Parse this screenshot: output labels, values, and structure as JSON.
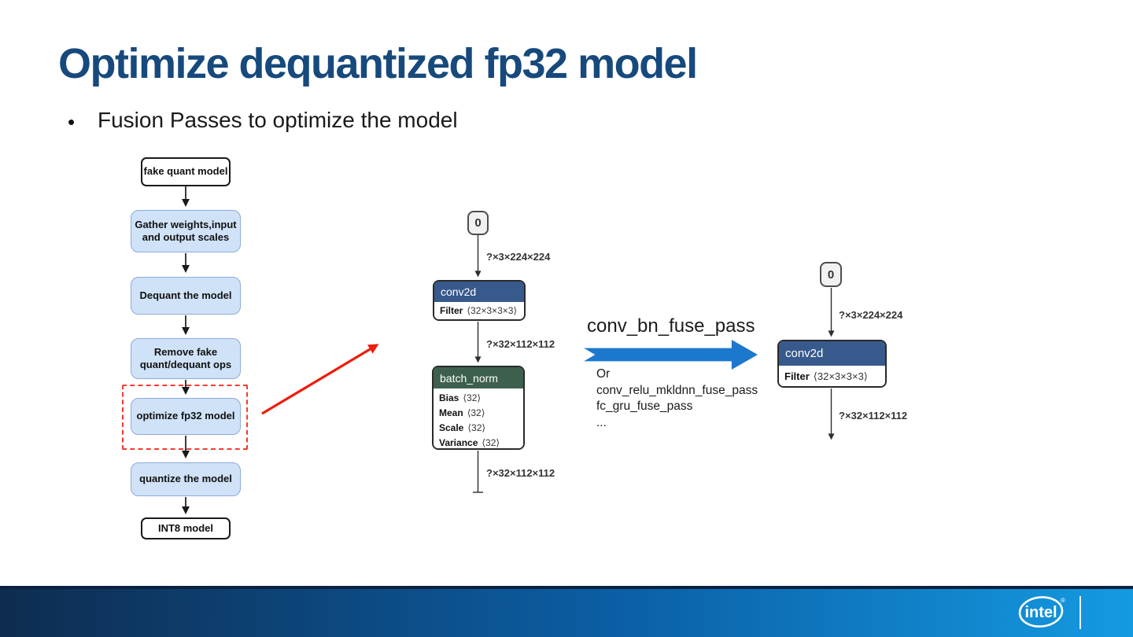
{
  "slide": {
    "title": "Optimize dequantized fp32 model",
    "bullet": "Fusion Passes to optimize the model"
  },
  "flowchart": {
    "nodes": [
      {
        "label": "fake quant model"
      },
      {
        "label": "Gather weights,input\nand output scales"
      },
      {
        "label": "Dequant the model"
      },
      {
        "label": "Remove fake\nquant/dequant ops"
      },
      {
        "label": "optimize fp32 model"
      },
      {
        "label": "quantize the model"
      },
      {
        "label": "INT8 model"
      }
    ]
  },
  "graph_before": {
    "input_label": "0",
    "edge_in_label": "?×3×224×224",
    "conv": {
      "title": "conv2d",
      "attr_name": "Filter",
      "attr_value": "⟨32×3×3×3⟩"
    },
    "edge_mid_label": "?×32×112×112",
    "batch_norm": {
      "title": "batch_norm",
      "attrs": [
        {
          "name": "Bias",
          "value": "⟨32⟩"
        },
        {
          "name": "Mean",
          "value": "⟨32⟩"
        },
        {
          "name": "Scale",
          "value": "⟨32⟩"
        },
        {
          "name": "Variance",
          "value": "⟨32⟩"
        }
      ]
    },
    "edge_out_label": "?×32×112×112"
  },
  "fusion": {
    "pass_label": "conv_bn_fuse_pass",
    "alternatives": [
      "Or",
      "conv_relu_mkldnn_fuse_pass",
      "fc_gru_fuse_pass",
      "..."
    ]
  },
  "graph_after": {
    "input_label": "0",
    "edge_in_label": "?×3×224×224",
    "conv": {
      "title": "conv2d",
      "attr_name": "Filter",
      "attr_value": "⟨32×3×3×3⟩"
    },
    "edge_out_label": "?×32×112×112"
  },
  "footer": {
    "brand": "intel",
    "registered": "®"
  },
  "colors": {
    "title": "#17497D",
    "process_box_fill": "#CFE2F7",
    "process_box_border": "#8EAADB",
    "conv_header": "#37598B",
    "batch_norm_header": "#3D604E",
    "fuse_arrow_blue": "#1C78CD",
    "highlight_red": "#EE1C0C",
    "footer_gradient_left": "#0E2C4F",
    "footer_gradient_right": "#149AE1"
  }
}
